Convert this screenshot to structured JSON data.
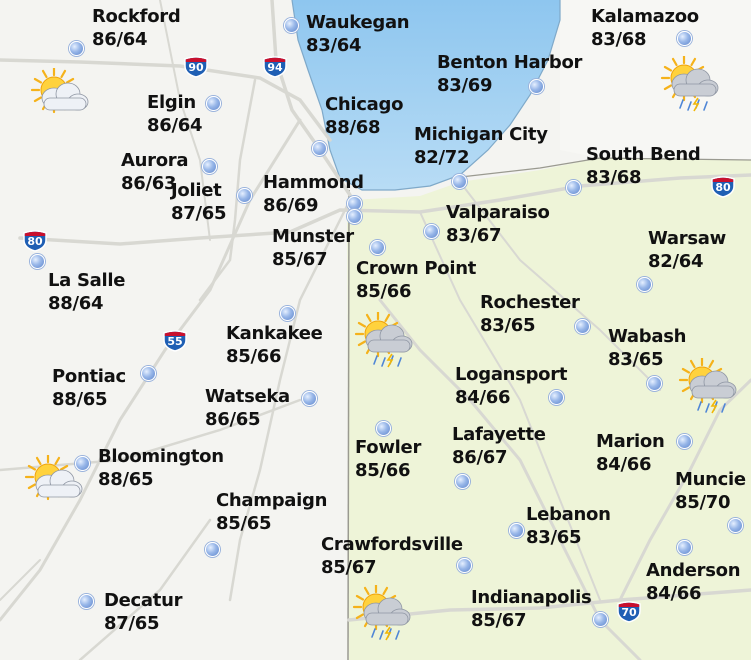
{
  "cities": [
    {
      "name": "Rockford",
      "temp": "86/64"
    },
    {
      "name": "Waukegan",
      "temp": "83/64"
    },
    {
      "name": "Kalamazoo",
      "temp": "83/68"
    },
    {
      "name": "Benton Harbor",
      "temp": "83/69"
    },
    {
      "name": "Elgin",
      "temp": "86/64"
    },
    {
      "name": "Chicago",
      "temp": "88/68"
    },
    {
      "name": "Michigan City",
      "temp": "82/72"
    },
    {
      "name": "Aurora",
      "temp": "86/63"
    },
    {
      "name": "South Bend",
      "temp": "83/68"
    },
    {
      "name": "Hammond",
      "temp": "86/69"
    },
    {
      "name": "Joliet",
      "temp": "87/65"
    },
    {
      "name": "Valparaiso",
      "temp": "83/67"
    },
    {
      "name": "Munster",
      "temp": "85/67"
    },
    {
      "name": "Warsaw",
      "temp": "82/64"
    },
    {
      "name": "La Salle",
      "temp": "88/64"
    },
    {
      "name": "Crown Point",
      "temp": "85/66"
    },
    {
      "name": "Rochester",
      "temp": "83/65"
    },
    {
      "name": "Kankakee",
      "temp": "85/66"
    },
    {
      "name": "Wabash",
      "temp": "83/65"
    },
    {
      "name": "Pontiac",
      "temp": "88/65"
    },
    {
      "name": "Logansport",
      "temp": "84/66"
    },
    {
      "name": "Watseka",
      "temp": "86/65"
    },
    {
      "name": "Lafayette",
      "temp": "86/67"
    },
    {
      "name": "Marion",
      "temp": "84/66"
    },
    {
      "name": "Bloomington",
      "temp": "88/65"
    },
    {
      "name": "Fowler",
      "temp": "85/66"
    },
    {
      "name": "Muncie",
      "temp": "85/70"
    },
    {
      "name": "Champaign",
      "temp": "85/65"
    },
    {
      "name": "Lebanon",
      "temp": "83/65"
    },
    {
      "name": "Crawfordsville",
      "temp": "85/67"
    },
    {
      "name": "Anderson",
      "temp": "84/66"
    },
    {
      "name": "Indianapolis",
      "temp": "85/67"
    },
    {
      "name": "Decatur",
      "temp": "87/65"
    }
  ],
  "highways": [
    "90",
    "94",
    "80",
    "80",
    "55",
    "70"
  ],
  "weather_icons": [
    "sun-cloud-icon",
    "sun-cloud-rain-icon",
    "sun-cloud-rain-icon",
    "sun-cloud-rain-icon",
    "sun-cloud-icon",
    "sun-cloud-rain-icon"
  ],
  "colors": {
    "lake": "#a9d4f2",
    "indiana": "#eef4d9",
    "illinois": "#f6f6f3",
    "city_dot": "#7da0da",
    "interstate_blue": "#1f5fb4",
    "interstate_red": "#c8102e"
  }
}
